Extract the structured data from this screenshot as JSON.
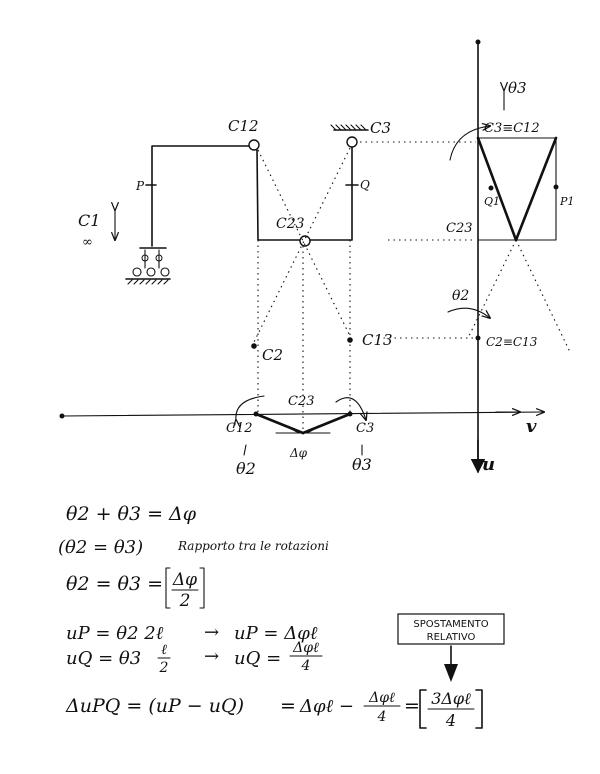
{
  "structure": {
    "label_C12": "C12",
    "label_C3": "C3",
    "label_C23": "C23",
    "label_C1": "C1",
    "label_C1_sub": "∞",
    "label_P": "P",
    "label_Q": "Q",
    "label_C2": "C2",
    "label_C13": "C13"
  },
  "axis_diagram": {
    "label_theta3": "θ3",
    "label_C3_eq_C12": "C3≡C12",
    "label_Q1": "Q1",
    "label_P1": "P1",
    "label_C23": "C23",
    "label_theta2": "θ2",
    "label_C2_eq_C13": "C2≡C13",
    "label_u": "u",
    "label_v": "v"
  },
  "kinematic": {
    "label_C23": "C23",
    "label_C12": "C12",
    "label_C3": "C3",
    "label_theta2": "θ2",
    "label_dphi": "Δφ",
    "label_theta3": "θ3"
  },
  "equations": {
    "eq1": "θ2 + θ3 = Δφ",
    "eq2": "(θ2 = θ3)",
    "eq2_note": "Rapporto tra le rotazioni",
    "eq3_left": "θ2 = θ3 =",
    "eq3_num": "Δφ",
    "eq3_den": "2",
    "eq4_left": "uP = θ2 2ℓ",
    "eq4_arrow": "→",
    "eq4_right": "uP = Δφℓ",
    "eq5_left_a": "uQ = θ3",
    "eq5_left_num": "ℓ",
    "eq5_left_den": "2",
    "eq5_arrow": "→",
    "eq5_right_a": "uQ =",
    "eq5_right_num": "Δφℓ",
    "eq5_right_den": "4",
    "eq6_left": "ΔuPQ = (uP − uQ)",
    "eq6_eq": "=",
    "eq6_mid_a": "Δφℓ −",
    "eq6_mid_num": "Δφℓ",
    "eq6_mid_den": "4",
    "eq6_eq2": "=",
    "eq6_res_num": "3Δφℓ",
    "eq6_res_den": "4"
  },
  "callout": {
    "line1": "SPOSTAMENTO",
    "line2": "RELATIVO"
  }
}
